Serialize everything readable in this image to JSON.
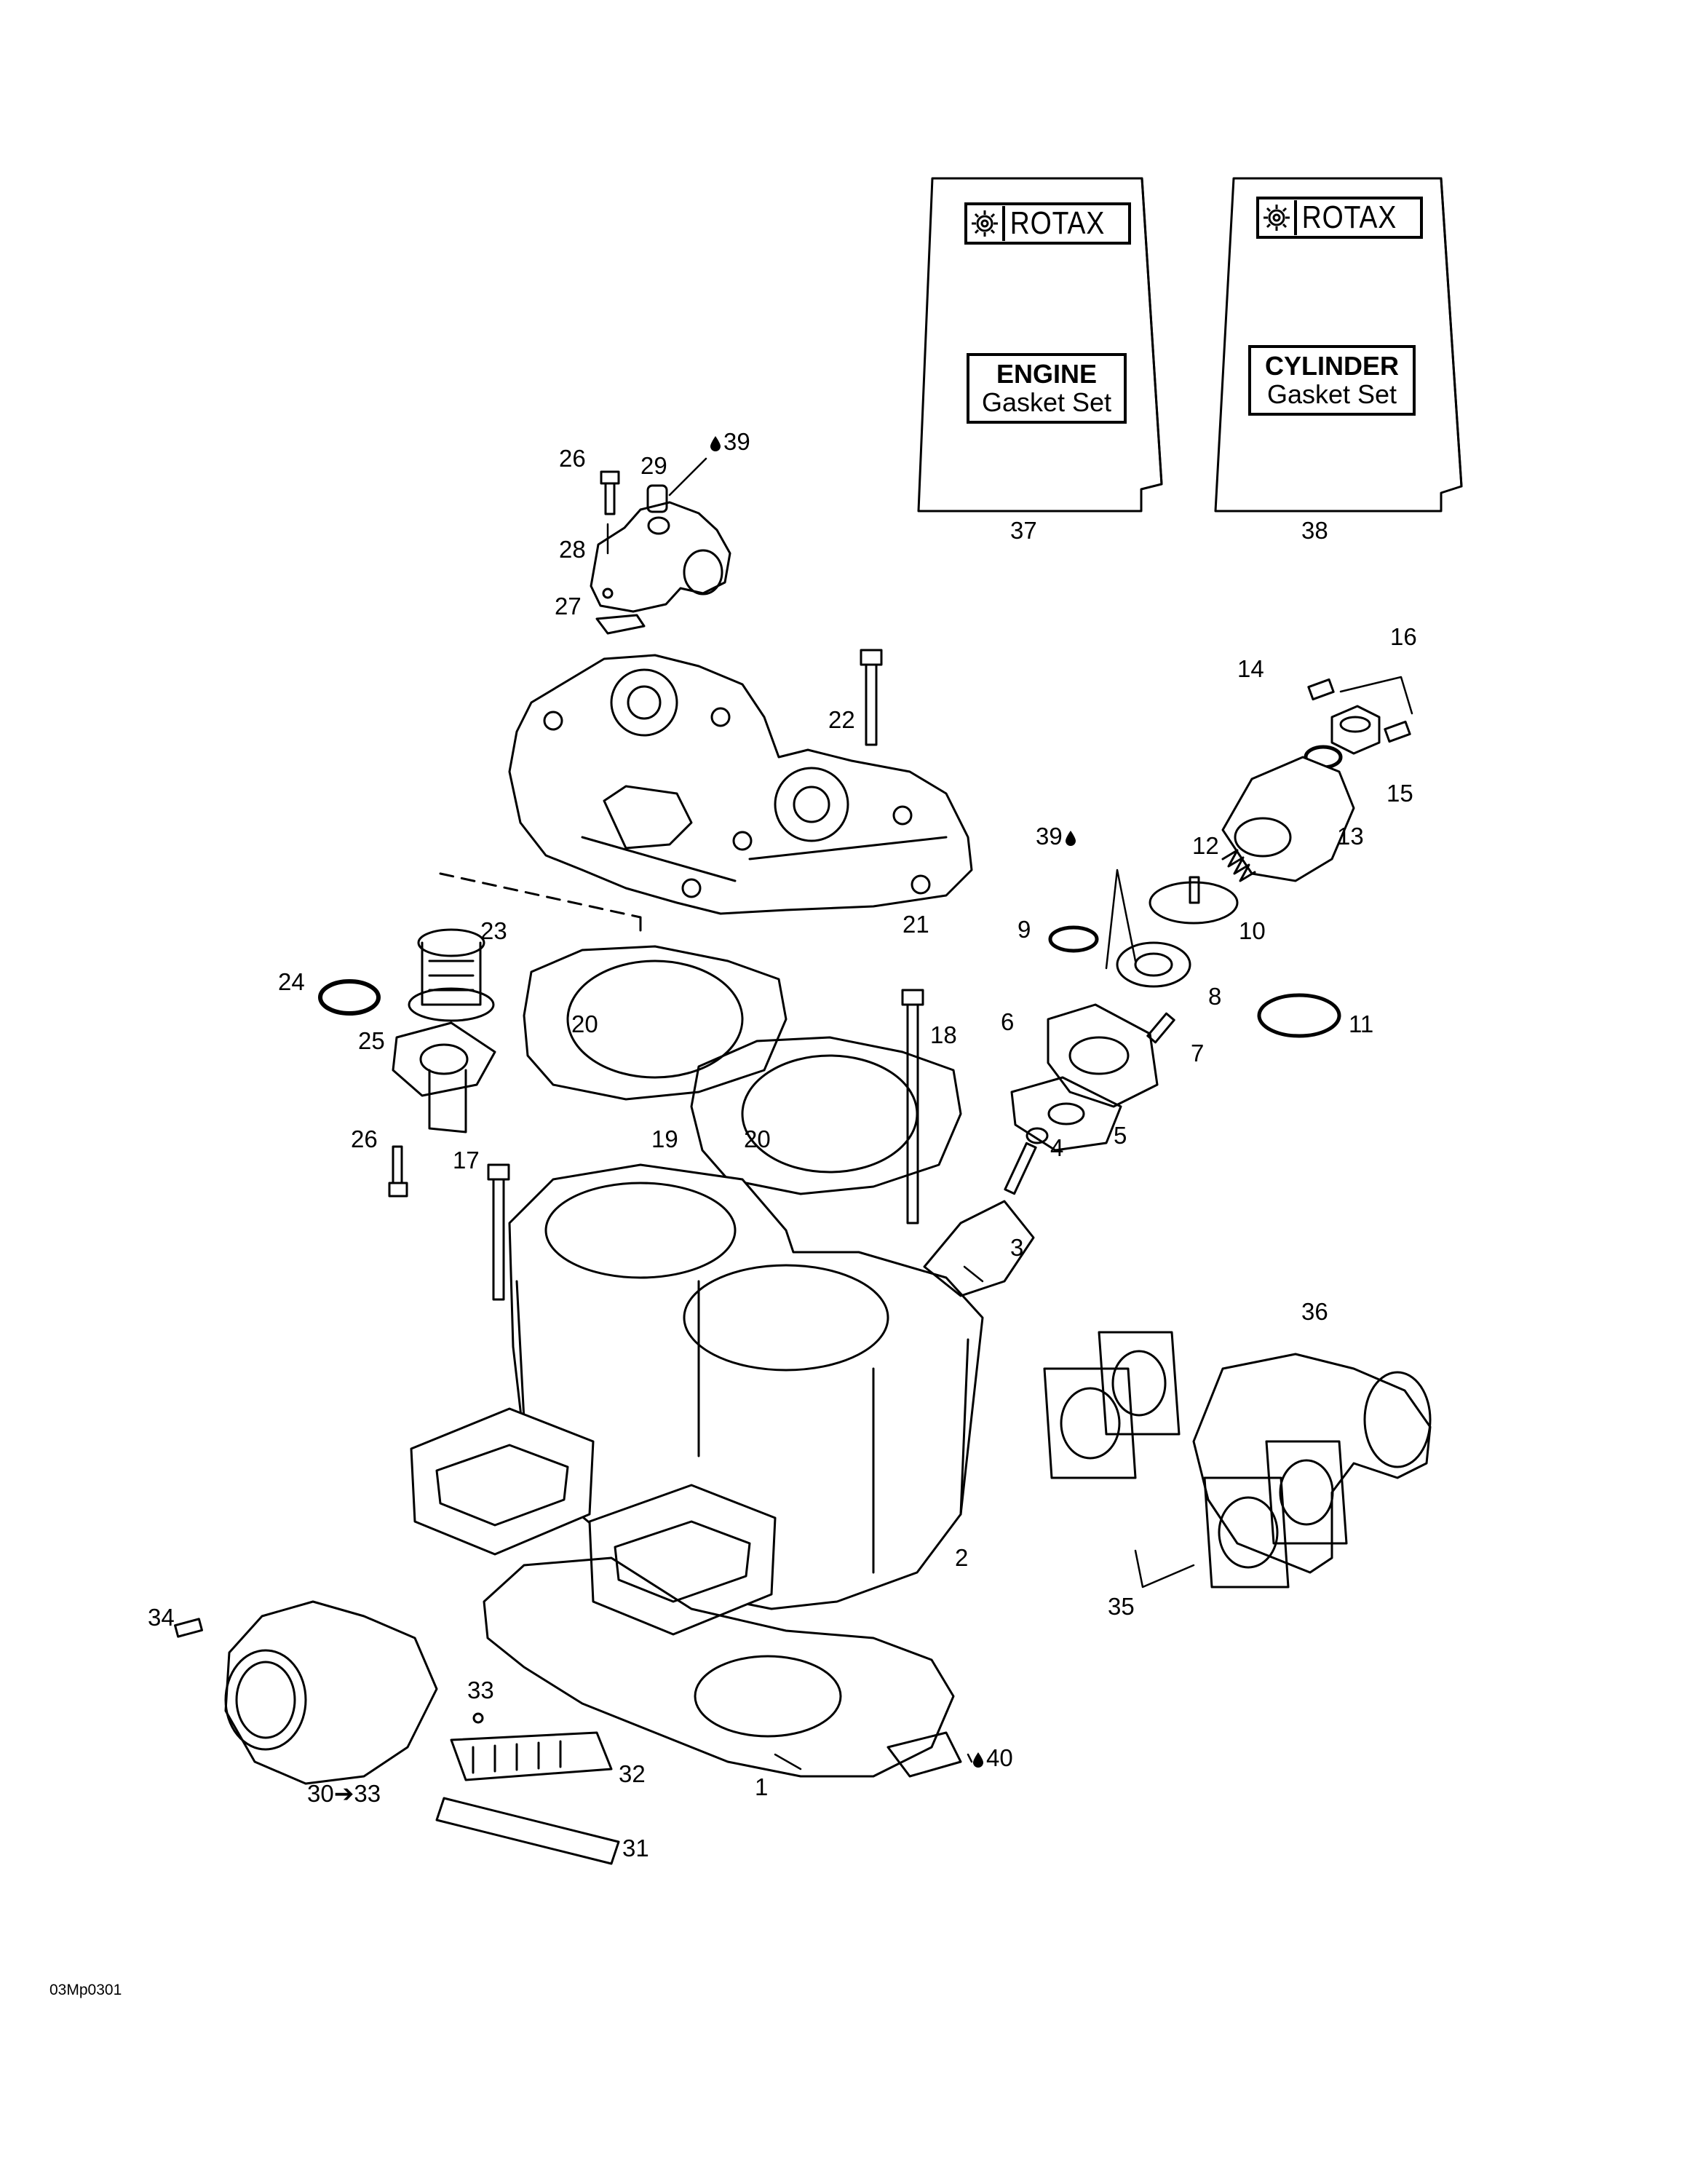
{
  "kits": [
    {
      "brand": "ROTAX",
      "title": "ENGINE",
      "subtitle": "Gasket Set",
      "number": "37"
    },
    {
      "brand": "ROTAX",
      "title": "CYLINDER",
      "subtitle": "Gasket Set",
      "number": "38"
    }
  ],
  "callouts": {
    "c1": "1",
    "c2": "2",
    "c3": "3",
    "c4": "4",
    "c5": "5",
    "c6": "6",
    "c7": "7",
    "c8": "8",
    "c9": "9",
    "c10": "10",
    "c11": "11",
    "c12": "12",
    "c13": "13",
    "c14": "14",
    "c15": "15",
    "c16": "16",
    "c17": "17",
    "c18": "18",
    "c19": "19",
    "c20a": "20",
    "c20b": "20",
    "c21": "21",
    "c22": "22",
    "c23": "23",
    "c24": "24",
    "c25": "25",
    "c26a": "26",
    "c26b": "26",
    "c27": "27",
    "c28": "28",
    "c29": "29",
    "c30": "30➔33",
    "c31": "31",
    "c32": "32",
    "c33": "33",
    "c34": "34",
    "c35": "35",
    "c36": "36",
    "c39a": "39",
    "c39b": "39",
    "c40": "40"
  },
  "footer": "03Mp0301",
  "colors": {
    "line": "#000000",
    "background": "#ffffff"
  }
}
